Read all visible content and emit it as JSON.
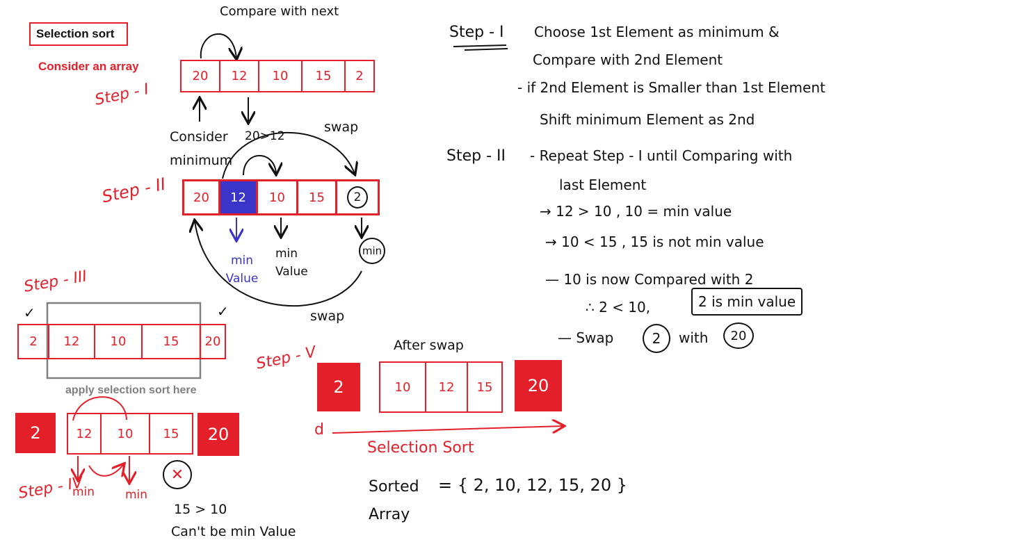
{
  "title": "Selection sort",
  "subtitle": "Consider an array",
  "compare_with_next": "Compare with next",
  "steps": {
    "s1": "Step - I",
    "s2": "Step - II",
    "s3": "Step - III",
    "s4": "Step - IV",
    "s5": "Step - V"
  },
  "step1": {
    "array": [
      "20",
      "12",
      "10",
      "15",
      "2"
    ],
    "consider_minimum": "Consider minimum"
  },
  "step2": {
    "array": [
      "20",
      "12",
      "10",
      "15",
      "2"
    ],
    "compare_label": "20>12",
    "swap_top": "swap",
    "swap_bottom": "swap",
    "min_value_blue": "min Value",
    "min_value_black": "min Value",
    "min_circle": "min"
  },
  "step3": {
    "array": [
      "2",
      "12",
      "10",
      "15",
      "20"
    ],
    "check_left": "✓",
    "check_right": "✓",
    "apply_note": "apply selection sort here"
  },
  "step4": {
    "left_sorted": "2",
    "array": [
      "12",
      "10",
      "15"
    ],
    "right_sorted": "20",
    "min_left": "min",
    "min_right": "min",
    "cross": "✕",
    "note_line1": "15 > 10",
    "note_line2": "Can't be min Value"
  },
  "step5": {
    "after_swap": "After swap",
    "left_sorted": "2",
    "array": [
      "10",
      "12",
      "15"
    ],
    "right_sorted": "20",
    "axis_label": "d",
    "caption": "Selection Sort",
    "sorted_label_1": "Sorted",
    "sorted_label_2": "Array",
    "sorted_set": "= { 2, 10, 12, 15, 20 }"
  },
  "explanation": {
    "step1_label": "Step - I",
    "step1_line1": "Choose 1st Element as minimum &",
    "step1_line2": "Compare with 2nd Element",
    "step1_line3": "- if 2nd Element is Smaller than 1st Element",
    "step1_line4": "Shift minimum Element as 2nd",
    "step2_label": "Step - II",
    "step2_line1": "- Repeat Step - I until Comparing with",
    "step2_line2": "last Element",
    "c1": "→ 12 > 10 , 10 = min value",
    "c2": "→ 10 < 15 , 15 is not min value",
    "c3": "— 10 is now Compared with 2",
    "c4": "∴ 2 < 10,",
    "c4_box": "2 is  min value",
    "c5_prefix": "— Swap",
    "c5_a": "2",
    "c5_with": "with",
    "c5_b": "20"
  },
  "colors": {
    "accent": "#e3202a",
    "blue": "#3a35c8",
    "gray": "#808080"
  }
}
